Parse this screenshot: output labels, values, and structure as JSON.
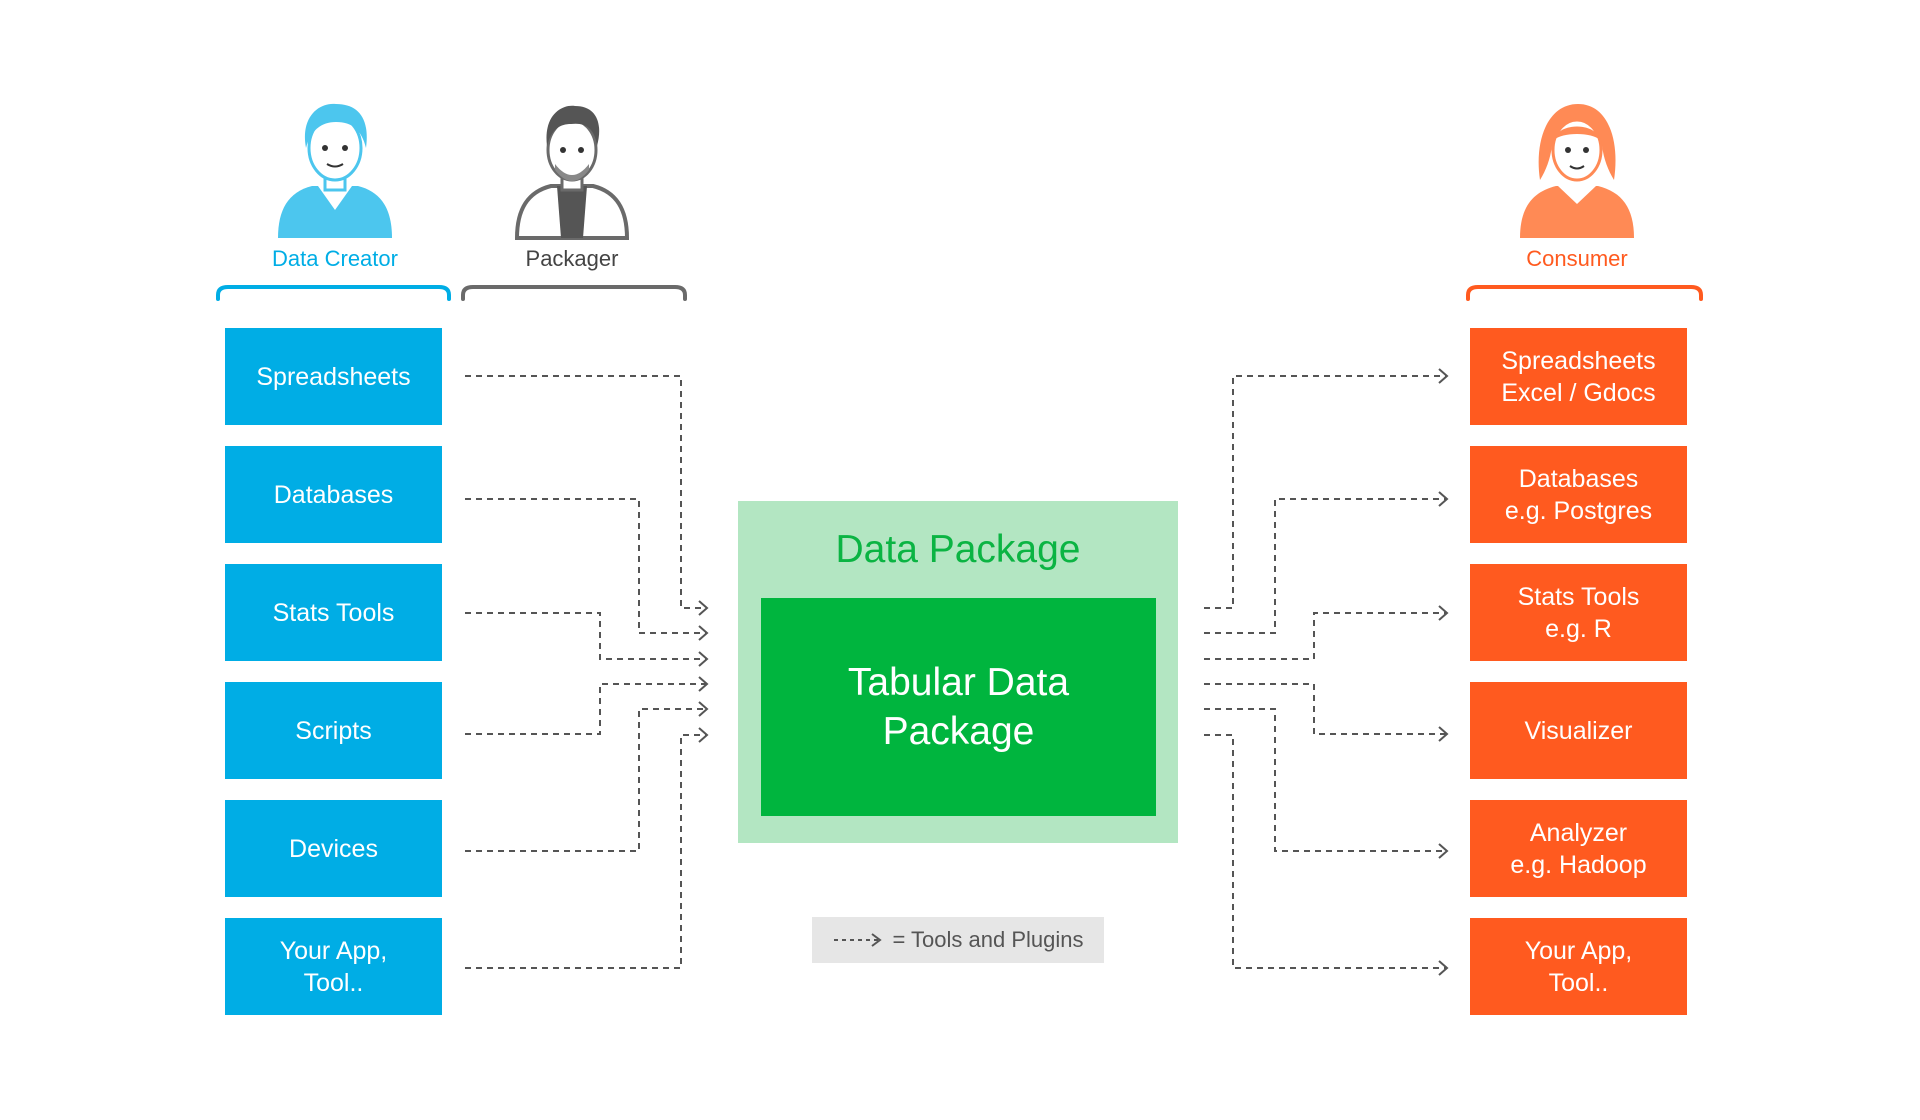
{
  "actors": {
    "creator": {
      "label": "Data Creator",
      "color": "#00ADE5",
      "icon": "woman-avatar-icon"
    },
    "packager": {
      "label": "Packager",
      "color": "#555555",
      "icon": "man-avatar-icon"
    },
    "consumer": {
      "label": "Consumer",
      "color": "#FF5A1F",
      "icon": "woman-avatar-icon"
    }
  },
  "sources": [
    {
      "label": "Spreadsheets"
    },
    {
      "label": "Databases"
    },
    {
      "label": "Stats Tools"
    },
    {
      "label": "Scripts"
    },
    {
      "label": "Devices"
    },
    {
      "label": "Your App,\nTool.."
    }
  ],
  "package": {
    "title": "Data Package",
    "inner_label": "Tabular Data\nPackage",
    "colors": {
      "outer": "#B3E6C2",
      "inner": "#00B53E",
      "title": "#0BB443"
    }
  },
  "consumers": [
    {
      "label": "Spreadsheets\nExcel / Gdocs"
    },
    {
      "label": "Databases\ne.g. Postgres"
    },
    {
      "label": "Stats Tools\ne.g. R"
    },
    {
      "label": "Visualizer"
    },
    {
      "label": "Analyzer\ne.g. Hadoop"
    },
    {
      "label": "Your App,\nTool.."
    }
  ],
  "legend": {
    "label": "= Tools and Plugins",
    "icon": "dashed-arrow-icon"
  },
  "connector_color": "#555555"
}
